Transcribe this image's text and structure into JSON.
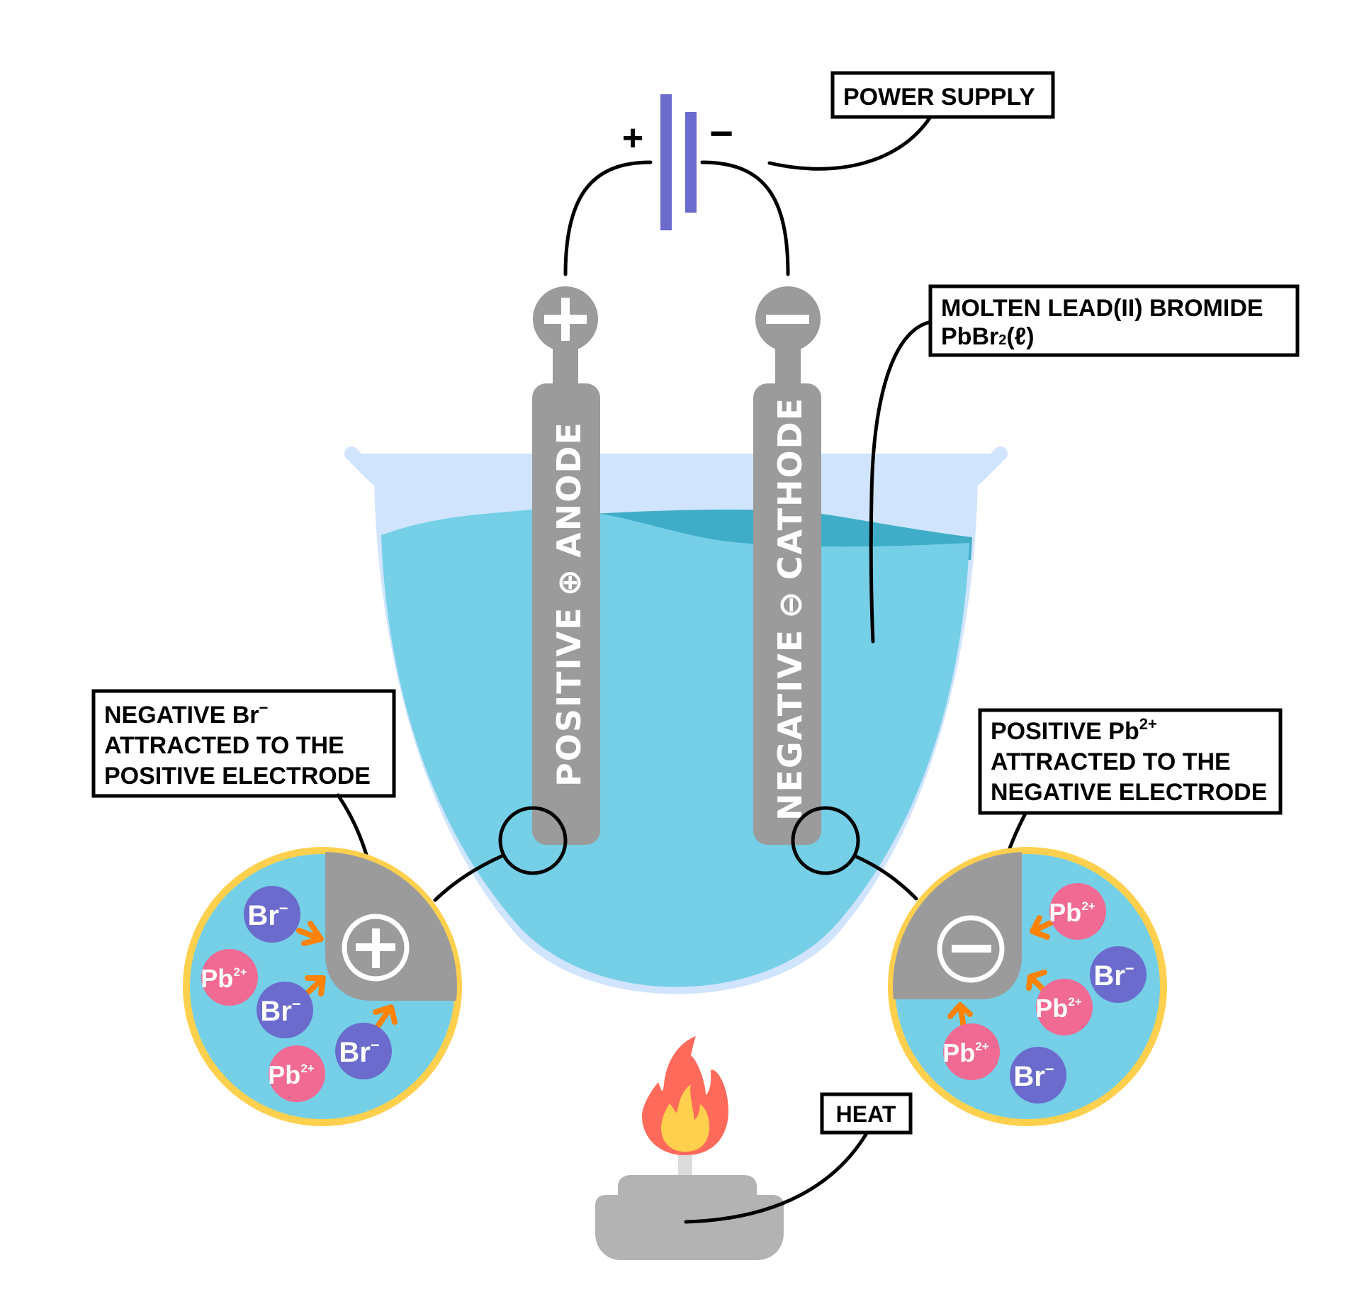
{
  "diagram": {
    "topic": "Electrolysis of molten lead(II) bromide",
    "colors": {
      "battery": "#6a6bcc",
      "electrode": "#9b9b9b",
      "beaker": "#d0e4fd",
      "liquid": "#75cfe7",
      "liquid_dark": "#3fadc8",
      "zoom_ring": "#ffd04e",
      "ion_br": "#6a6bcc",
      "ion_pb": "#f06a93",
      "arrow": "#ff8200",
      "flame_outer": "#ff6a5b",
      "flame_inner": "#ffd04e",
      "burner": "#b3b3b3"
    },
    "power_supply": {
      "label": "POWER SUPPLY",
      "plus_sign": "+",
      "minus_sign": "−"
    },
    "anode": {
      "terminal_symbol": "+",
      "label_word1": "POSITIVE",
      "label_symbol": "⊕",
      "label_word2": "ANODE"
    },
    "cathode": {
      "terminal_symbol": "−",
      "label_word1": "NEGATIVE",
      "label_symbol": "⊖",
      "label_word2": "CATHODE"
    },
    "electrolyte_label": {
      "line1": "MOLTEN LEAD(II) BROMIDE",
      "line2_main": "PbBr",
      "line2_sub": "2",
      "line2_state": "(ℓ)"
    },
    "left_callout": {
      "line1_text": "NEGATIVE Br",
      "line1_sup": "−",
      "line2": "ATTRACTED TO THE",
      "line3": "POSITIVE ELECTRODE"
    },
    "right_callout": {
      "line1_text": "POSITIVE Pb",
      "line1_sup": "2+",
      "line2": "ATTRACTED TO THE",
      "line3": "NEGATIVE ELECTRODE"
    },
    "heat_label": "HEAT",
    "left_zoom": {
      "electrode_symbol": "+",
      "ions": [
        {
          "type": "br",
          "symbol": "Br",
          "charge": "−",
          "moving": true
        },
        {
          "type": "pb",
          "symbol": "Pb",
          "charge": "2+",
          "moving": false
        },
        {
          "type": "br",
          "symbol": "Br",
          "charge": "−",
          "moving": true
        },
        {
          "type": "br",
          "symbol": "Br",
          "charge": "−",
          "moving": true
        },
        {
          "type": "pb",
          "symbol": "Pb",
          "charge": "2+",
          "moving": false
        }
      ]
    },
    "right_zoom": {
      "electrode_symbol": "−",
      "ions": [
        {
          "type": "pb",
          "symbol": "Pb",
          "charge": "2+",
          "moving": true
        },
        {
          "type": "br",
          "symbol": "Br",
          "charge": "−",
          "moving": false
        },
        {
          "type": "pb",
          "symbol": "Pb",
          "charge": "2+",
          "moving": true
        },
        {
          "type": "pb",
          "symbol": "Pb",
          "charge": "2+",
          "moving": true
        },
        {
          "type": "br",
          "symbol": "Br",
          "charge": "−",
          "moving": false
        }
      ]
    }
  }
}
